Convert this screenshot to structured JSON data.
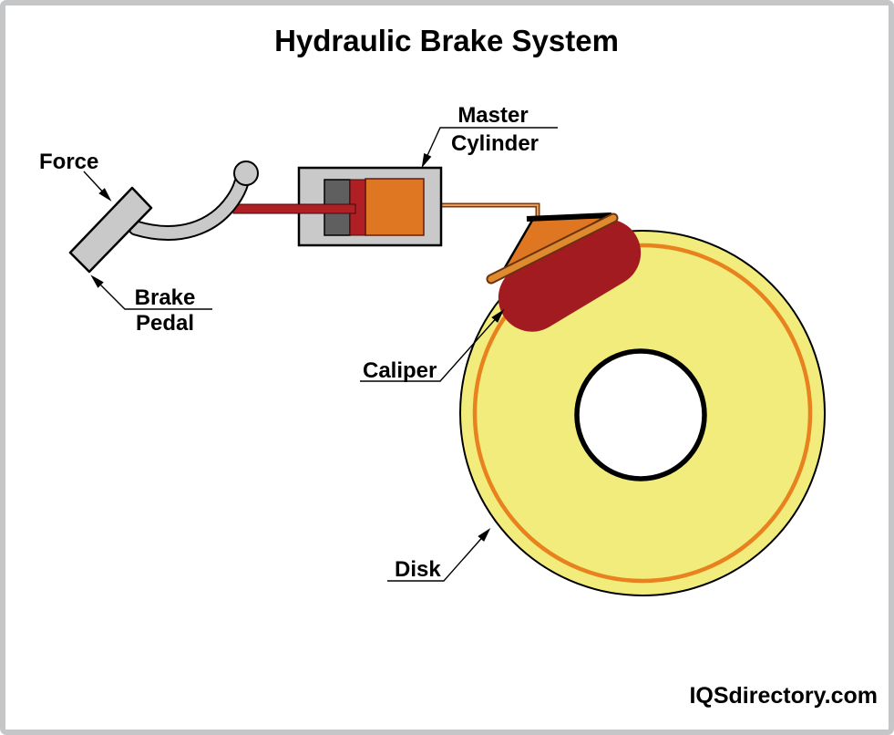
{
  "diagram": {
    "title": "Hydraulic Brake System",
    "watermark": "IQSdirectory.com",
    "labels": {
      "force": "Force",
      "brake_pedal_line1": "Brake",
      "brake_pedal_line2": "Pedal",
      "master_cylinder_line1": "Master",
      "master_cylinder_line2": "Cylinder",
      "caliper": "Caliper",
      "disk": "Disk"
    },
    "colors": {
      "border_gray": "#c5c6c8",
      "metal_gray": "#c9c9c9",
      "piston_gray": "#5f5f5f",
      "hydraulic_red": "#b01f24",
      "caliper_red": "#a21b20",
      "cylinder_orange": "#df7621",
      "pad_orange": "#df8a2e",
      "disk_yellow": "#f2ec7d",
      "ring_orange": "#e8821e"
    }
  }
}
